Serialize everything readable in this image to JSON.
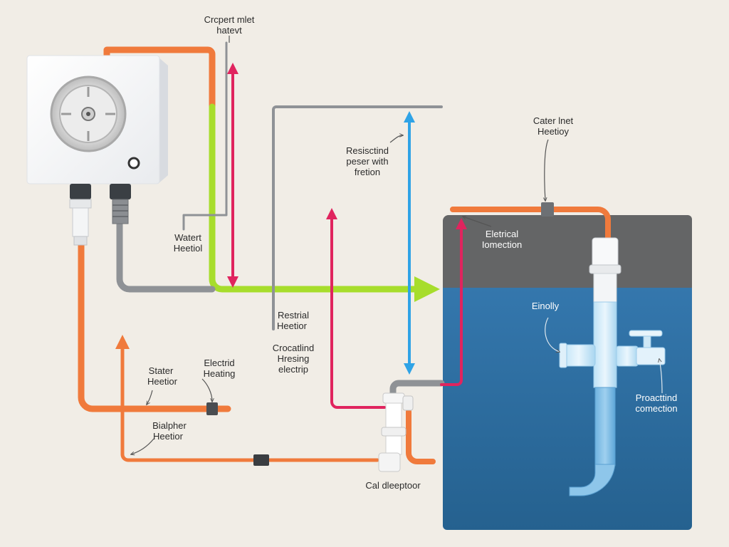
{
  "labels": {
    "top_heater": [
      "Crcpert mlet",
      "hatevt"
    ],
    "resisting_power": [
      "Resisctind",
      "peser with",
      "fretion"
    ],
    "water_heater": [
      "Watert",
      "Heetiol"
    ],
    "restrial_heater": [
      "Restrial",
      "Heetior"
    ],
    "cater_inlet": [
      "Cater lnet",
      "Heetioy"
    ],
    "electrical_connection": [
      "Eletrical",
      "Iomection"
    ],
    "einolly": [
      "Einolly"
    ],
    "crocatind": [
      "Crocatlind",
      "Hresing",
      "electrip"
    ],
    "stater_heater": [
      "Stater",
      "Heetior"
    ],
    "electrid_heating": [
      "Electrid",
      "Heating"
    ],
    "protecting_connection": [
      "Proacttind",
      "comection"
    ],
    "bialpher_heater": [
      "Bialpher",
      "Heetior"
    ],
    "cal_deeptor": [
      "Cal dleeptoor"
    ]
  },
  "colors": {
    "background": "#f1ede6",
    "orange_pipe": "#f07a3c",
    "green_pipe": "#a7dd2c",
    "gray_pipe": "#8f9296",
    "red_arrow": "#e0245e",
    "blue_arrow": "#2fa3e6",
    "tank_top": "#646566",
    "tank_water": "#2d6fa3"
  }
}
